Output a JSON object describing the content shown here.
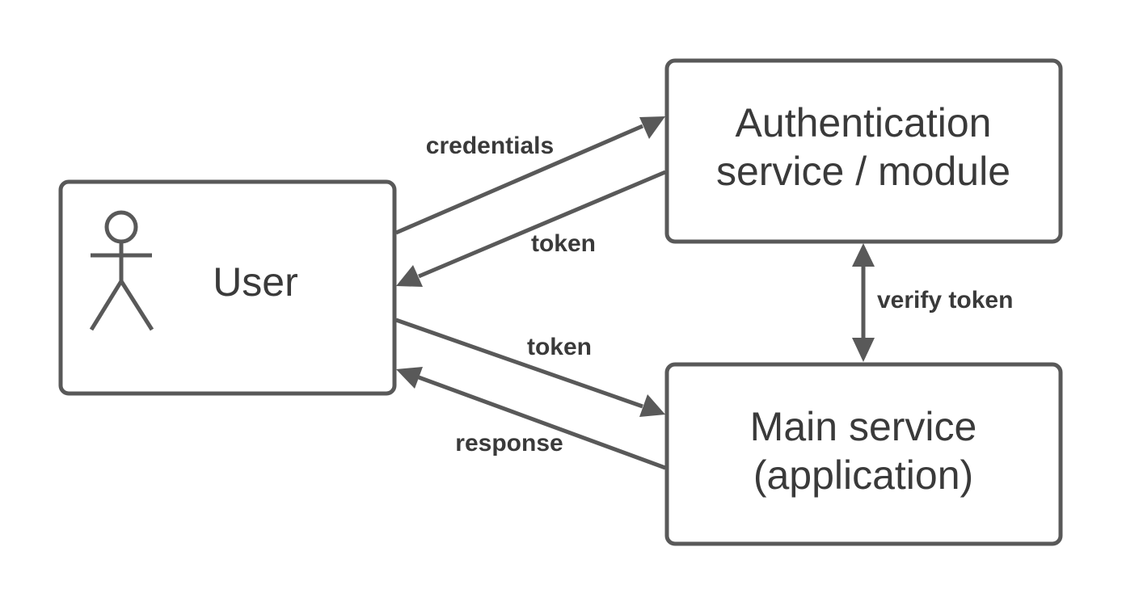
{
  "nodes": {
    "user": {
      "label": "User"
    },
    "auth": {
      "lines": [
        "Authentication",
        "service / module"
      ]
    },
    "main": {
      "lines": [
        "Main service",
        "(application)"
      ]
    }
  },
  "edges": {
    "credentials": "credentials",
    "auth_token": "token",
    "user_token": "token",
    "response": "response",
    "verify": "verify token"
  },
  "colors": {
    "stroke": "#595959",
    "text": "#3a3a3a"
  },
  "icons": {
    "user": "stick-figure-icon"
  }
}
